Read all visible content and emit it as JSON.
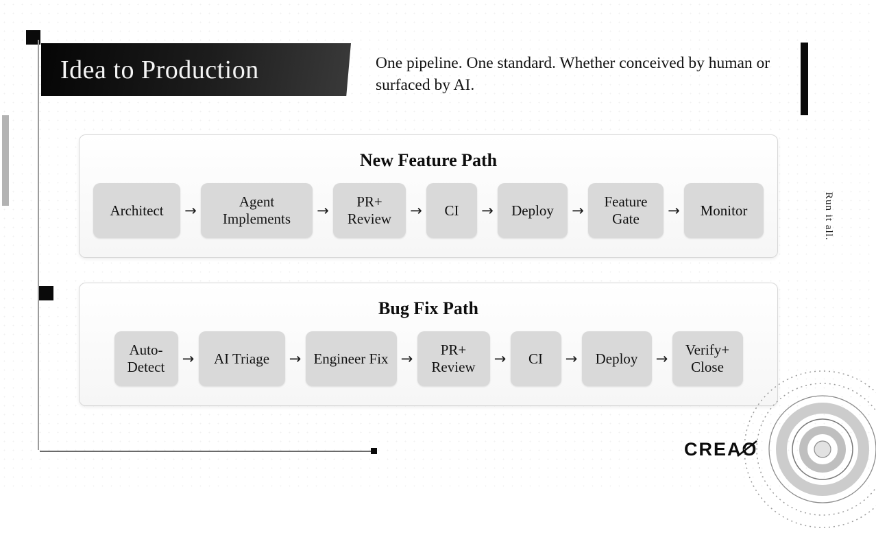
{
  "slide": {
    "title": "Idea to Production",
    "subtitle": "One pipeline. One standard. Whether conceived by human or surfaced by AI.",
    "side_text": "Run it all.",
    "logo": "CREAO",
    "arrow": "→"
  },
  "pipelines": [
    {
      "title": "New Feature Path",
      "steps": [
        "Architect",
        "Agent Implements",
        "PR+ Review",
        "CI",
        "Deploy",
        "Feature Gate",
        "Monitor"
      ]
    },
    {
      "title": "Bug Fix Path",
      "steps": [
        "Auto- Detect",
        "AI Triage",
        "Engineer Fix",
        "PR+ Review",
        "CI",
        "Deploy",
        "Verify+ Close"
      ]
    }
  ]
}
